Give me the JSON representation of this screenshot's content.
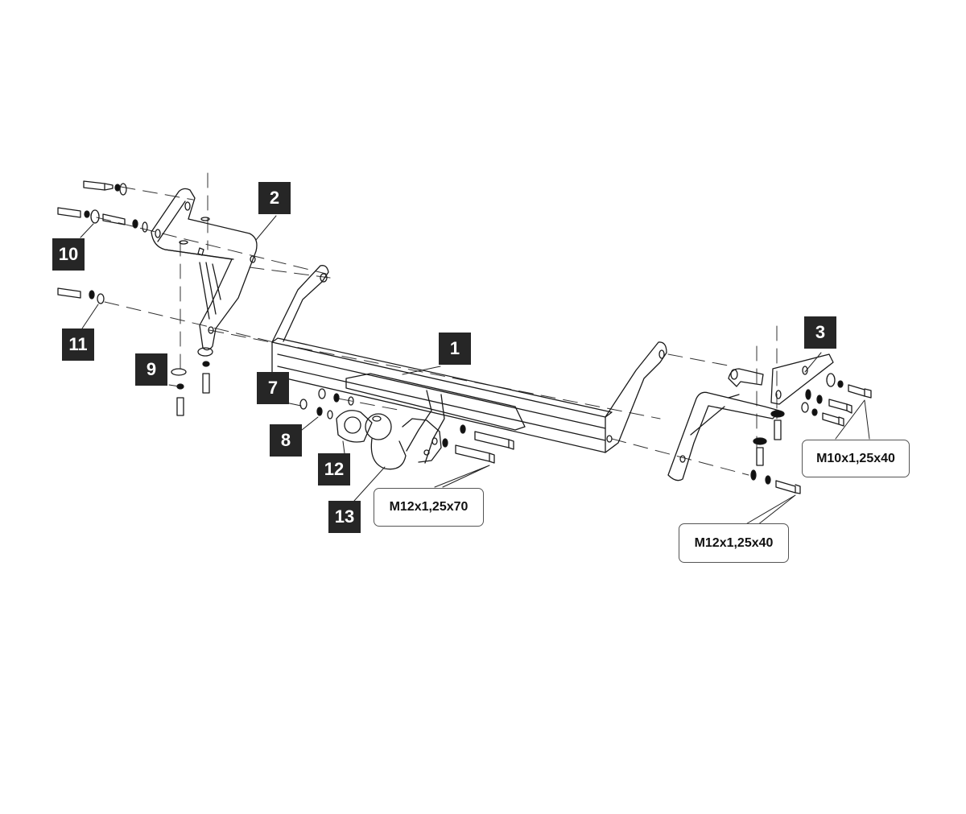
{
  "diagram": {
    "subject": "Tow bar assembly exploded view",
    "background_color": "#ffffff",
    "label_box_color": "#262626",
    "line_color": "#1a1a1a",
    "part_labels": [
      {
        "id": "1",
        "part": "cross-beam"
      },
      {
        "id": "2",
        "part": "left-bracket"
      },
      {
        "id": "3",
        "part": "right-bracket"
      },
      {
        "id": "7",
        "part": "nut"
      },
      {
        "id": "8",
        "part": "lock-washer"
      },
      {
        "id": "9",
        "part": "washer"
      },
      {
        "id": "10",
        "part": "bolt-washer-set"
      },
      {
        "id": "11",
        "part": "bolt-washer-set"
      },
      {
        "id": "12",
        "part": "socket-plate"
      },
      {
        "id": "13",
        "part": "tow-ball"
      }
    ],
    "spec_callouts": [
      {
        "text": "M12x1,25x70"
      },
      {
        "text": "M10x1,25x40"
      },
      {
        "text": "M12x1,25x40"
      }
    ]
  }
}
